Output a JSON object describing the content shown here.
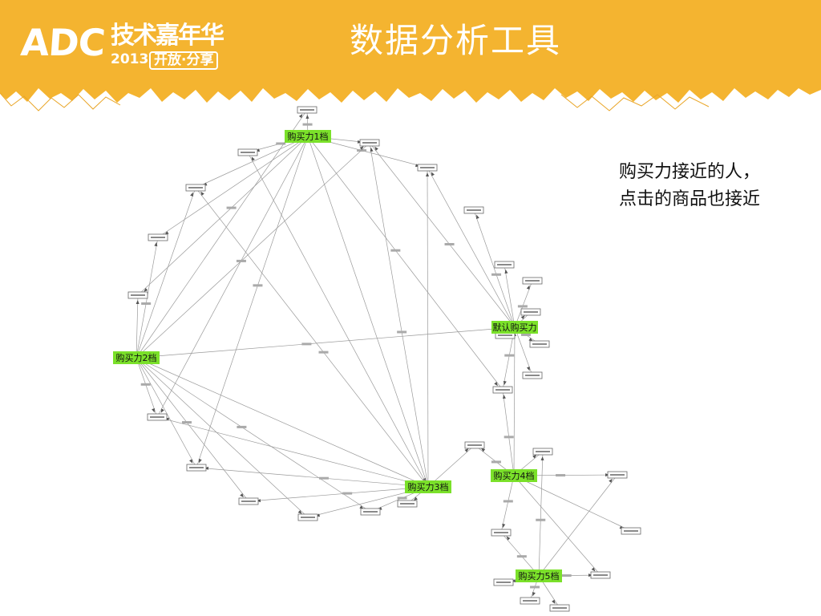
{
  "header": {
    "logo": {
      "main": "ADC",
      "cn": "技术嘉年华",
      "year": "2013",
      "slogan": "开放·分享"
    },
    "title": "数据分析工具"
  },
  "caption": {
    "line1": "购买力接近的人，",
    "line2": "点击的商品也接近"
  },
  "colors": {
    "header_bg": "#f4b430",
    "hub_bg": "#7be12a",
    "edge": "#9a9a9a"
  },
  "graph": {
    "hubs": [
      {
        "id": "h1",
        "label": "购买力1档"
      },
      {
        "id": "h2",
        "label": "购买力2档"
      },
      {
        "id": "h3",
        "label": "购买力3档"
      },
      {
        "id": "h4",
        "label": "购买力4档"
      },
      {
        "id": "h5",
        "label": "购买力5档"
      },
      {
        "id": "hd",
        "label": "默认购买力"
      }
    ],
    "node_count": 35
  }
}
